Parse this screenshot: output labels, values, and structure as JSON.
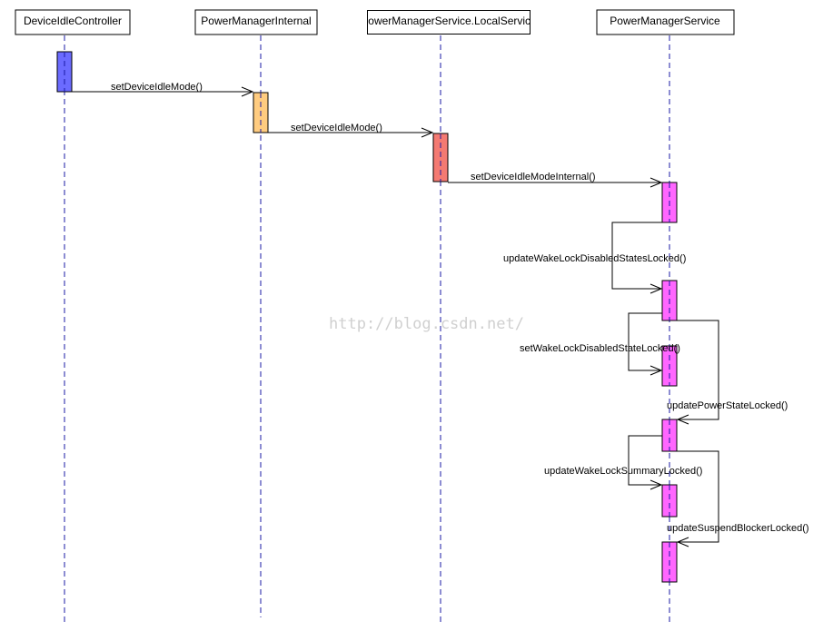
{
  "lifelines": [
    {
      "label": "DeviceIdleController"
    },
    {
      "label": "PowerManagerInternal"
    },
    {
      "label": "PowerManagerService.LocalService"
    },
    {
      "label": "PowerManagerService"
    }
  ],
  "messages": [
    {
      "label": "setDeviceIdleMode()"
    },
    {
      "label": "setDeviceIdleMode()"
    },
    {
      "label": "setDeviceIdleModeInternal()"
    },
    {
      "label": "updateWakeLockDisabledStatesLocked()"
    },
    {
      "label": "setWakeLockDisabledStateLocked()"
    },
    {
      "label": "updatePowerStateLocked()"
    },
    {
      "label": "updateWakeLockSummaryLocked()"
    },
    {
      "label": "updateSuspendBlockerLocked()"
    }
  ],
  "watermark": "http://blog.csdn.net/",
  "colors": {
    "activation_controller": "#6b6bff",
    "activation_internal": "#ffcc80",
    "activation_local_service": "#f47a72",
    "activation_service": "#ff66ff",
    "lifeline_dash": "#1a1aa6",
    "line": "#000000"
  }
}
